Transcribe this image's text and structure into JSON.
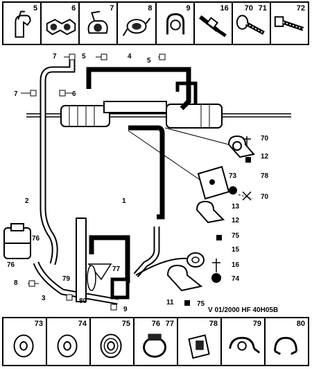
{
  "top_parts": [
    {
      "num": "5",
      "icon": "clip-icon"
    },
    {
      "num": "6",
      "icon": "double-clip-icon"
    },
    {
      "num": "7",
      "icon": "tie-clip-icon"
    },
    {
      "num": "8",
      "icon": "pipe-clip-icon"
    },
    {
      "num": "9",
      "icon": "open-clip-icon"
    },
    {
      "num": "16",
      "icon": "stud-icon"
    },
    {
      "num": "70",
      "num2": "71",
      "icon": "flange-bolt-icon"
    },
    {
      "num": "72",
      "icon": "bolt-icon"
    }
  ],
  "bottom_parts": [
    {
      "num": "73",
      "icon": "washer-icon"
    },
    {
      "num": "74",
      "icon": "washer-icon"
    },
    {
      "num": "75",
      "icon": "grommet-icon"
    },
    {
      "num": "76",
      "num2": "77",
      "icon": "hose-clamp-icon"
    },
    {
      "num": "78",
      "icon": "bracket-icon"
    },
    {
      "num": "79",
      "icon": "clamp-clip-icon"
    },
    {
      "num": "80",
      "icon": "spring-clip-icon"
    }
  ],
  "diagram_labels": {
    "l1": "1",
    "l2": "2",
    "l3": "3",
    "l4": "4",
    "l5a": "5",
    "l5b": "5",
    "l6": "6",
    "l7a": "7",
    "l7b": "7",
    "l8": "8",
    "l9": "9",
    "l11": "11",
    "l12a": "12",
    "l12b": "12",
    "l13": "13",
    "l15": "15",
    "l16": "16",
    "l70a": "70",
    "l70b": "70",
    "l73": "73",
    "l74": "74",
    "l75a": "75",
    "l75b": "75",
    "l76a": "76",
    "l76b": "76",
    "l77": "77",
    "l78": "78",
    "l79": "79",
    "l80": "80"
  },
  "footer_note": "V   01/2000   HF 40H05B"
}
